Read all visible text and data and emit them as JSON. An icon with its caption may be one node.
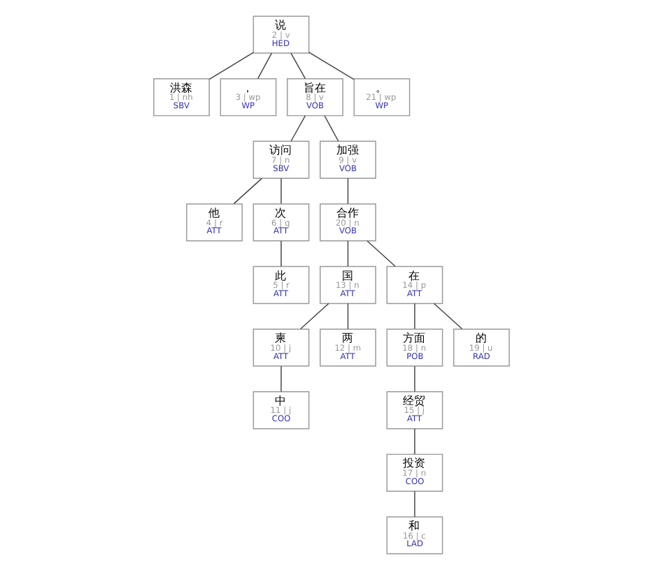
{
  "diagram": {
    "nodes": [
      {
        "text": [
          "洪森",
          "1 | nh",
          "SBV"
        ]
      },
      {
        "text": [
          "说",
          "2 | v",
          "HED"
        ]
      },
      {
        "text": [
          "，",
          "3 | wp",
          "WP"
        ]
      },
      {
        "text": [
          "他",
          "4 | r",
          "ATT"
        ]
      },
      {
        "text": [
          "此",
          "5 | r",
          "ATT"
        ]
      },
      {
        "text": [
          "次",
          "6 | q",
          "ATT"
        ]
      },
      {
        "text": [
          "访问",
          "7 | n",
          "SBV"
        ]
      },
      {
        "text": [
          "旨在",
          "8 | v",
          "VOB"
        ]
      },
      {
        "text": [
          "加强",
          "9 | v",
          "VOB"
        ]
      },
      {
        "text": [
          "柬",
          "10 | j",
          "ATT"
        ]
      },
      {
        "text": [
          "中",
          "11 | j",
          "COO"
        ]
      },
      {
        "text": [
          "两",
          "12 | m",
          "ATT"
        ]
      },
      {
        "text": [
          "国",
          "13 | n",
          "ATT"
        ]
      },
      {
        "text": [
          "在",
          "14 | p",
          "ATT"
        ]
      },
      {
        "text": [
          "经贸",
          "15 | j",
          "ATT"
        ]
      },
      {
        "text": [
          "和",
          "16 | c",
          "LAD"
        ]
      },
      {
        "text": [
          "投资",
          "17 | n",
          "COO"
        ]
      },
      {
        "text": [
          "方面",
          "18 | n",
          "POB"
        ]
      },
      {
        "text": [
          "的",
          "19 | u",
          "RAD"
        ]
      },
      {
        "text": [
          "合作",
          "20 | n",
          "VOB"
        ]
      },
      {
        "text": [
          "。",
          "21 | wp",
          "WP"
        ]
      }
    ],
    "edges": [
      {
        "from": 1,
        "to": 0,
        "arrow": "none"
      },
      {
        "from": 1,
        "to": 2,
        "arrow": "none"
      },
      {
        "from": 1,
        "to": 7,
        "arrow": "none"
      },
      {
        "from": 1,
        "to": 20,
        "arrow": "none"
      },
      {
        "from": 7,
        "to": 6,
        "arrow": "none"
      },
      {
        "from": 7,
        "to": 8,
        "arrow": "none"
      },
      {
        "from": 6,
        "to": 3,
        "arrow": "none"
      },
      {
        "from": 6,
        "to": 5,
        "arrow": "none"
      },
      {
        "from": 5,
        "to": 4,
        "arrow": "none"
      },
      {
        "from": 8,
        "to": 19,
        "arrow": "none"
      },
      {
        "from": 19,
        "to": 12,
        "arrow": "none"
      },
      {
        "from": 19,
        "to": 13,
        "arrow": "none"
      },
      {
        "from": 12,
        "to": 9,
        "arrow": "none"
      },
      {
        "from": 12,
        "to": 11,
        "arrow": "none"
      },
      {
        "from": 9,
        "to": 10,
        "arrow": "none"
      },
      {
        "from": 13,
        "to": 17,
        "arrow": "none"
      },
      {
        "from": 13,
        "to": 18,
        "arrow": "none"
      },
      {
        "from": 17,
        "to": 14,
        "arrow": "none"
      },
      {
        "from": 14,
        "to": 16,
        "arrow": "none"
      },
      {
        "from": 16,
        "to": 15,
        "arrow": "none"
      }
    ]
  }
}
